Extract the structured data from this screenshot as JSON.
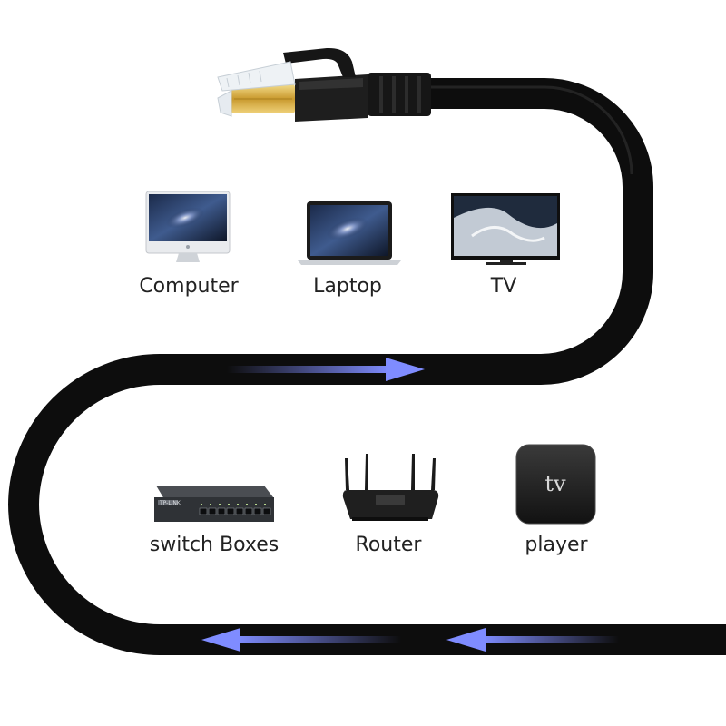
{
  "devices": {
    "computer": {
      "label": "Computer",
      "icon": "desktop-computer-icon"
    },
    "laptop": {
      "label": "Laptop",
      "icon": "laptop-icon"
    },
    "tv": {
      "label": "TV",
      "icon": "tv-icon"
    },
    "switch": {
      "label": "switch Boxes",
      "icon": "network-switch-icon",
      "brand_text": "TP-LINK"
    },
    "router": {
      "label": "Router",
      "icon": "router-icon"
    },
    "player": {
      "label": "player",
      "icon": "tv-box-icon",
      "box_text": "tv"
    }
  },
  "colors": {
    "cable": "#0d0d0d",
    "arrow": "#7f8cff",
    "connector_gold": "#d8b24a"
  }
}
